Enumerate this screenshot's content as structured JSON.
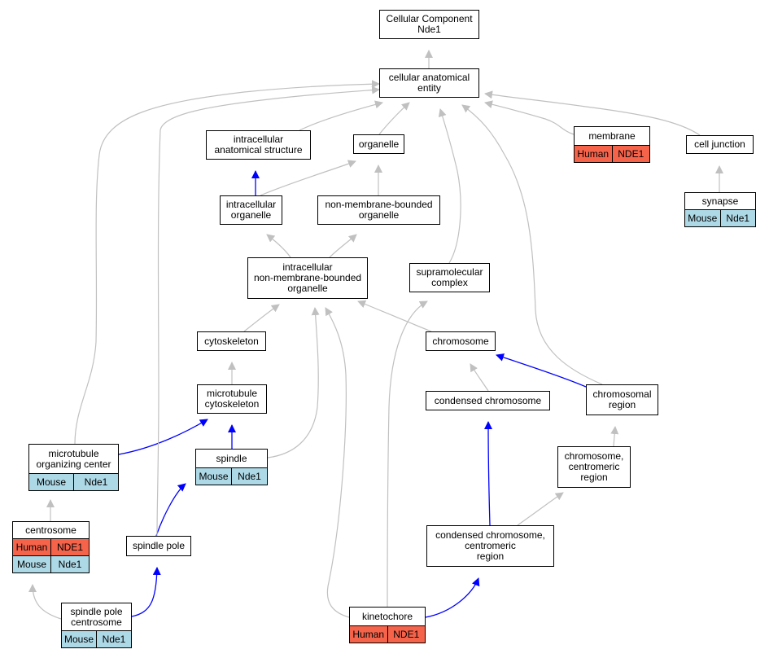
{
  "colors": {
    "human": "#f4634a",
    "mouse": "#add8e6",
    "edge_is_a": "#c0c0c0",
    "edge_part_of": "#0000ff"
  },
  "nodes": [
    {
      "id": "cc",
      "lines": [
        "Cellular Component",
        "Nde1"
      ],
      "rows": []
    },
    {
      "id": "cae",
      "lines": [
        "cellular anatomical",
        "entity"
      ],
      "rows": []
    },
    {
      "id": "ias",
      "lines": [
        "intracellular",
        "anatomical structure"
      ],
      "rows": []
    },
    {
      "id": "org",
      "lines": [
        "organelle"
      ],
      "rows": []
    },
    {
      "id": "mem",
      "lines": [
        "membrane"
      ],
      "rows": [
        {
          "species": "Human",
          "gene": "NDE1"
        }
      ]
    },
    {
      "id": "cj",
      "lines": [
        "cell junction"
      ],
      "rows": []
    },
    {
      "id": "syn",
      "lines": [
        "synapse"
      ],
      "rows": [
        {
          "species": "Mouse",
          "gene": "Nde1"
        }
      ]
    },
    {
      "id": "io",
      "lines": [
        "intracellular",
        "organelle"
      ],
      "rows": []
    },
    {
      "id": "nmbo",
      "lines": [
        "non-membrane-bounded",
        "organelle"
      ],
      "rows": []
    },
    {
      "id": "inmbo",
      "lines": [
        "intracellular",
        "non-membrane-bounded",
        "organelle"
      ],
      "rows": []
    },
    {
      "id": "smc",
      "lines": [
        "supramolecular",
        "complex"
      ],
      "rows": []
    },
    {
      "id": "cyto",
      "lines": [
        "cytoskeleton"
      ],
      "rows": []
    },
    {
      "id": "chr",
      "lines": [
        "chromosome"
      ],
      "rows": []
    },
    {
      "id": "mtc",
      "lines": [
        "microtubule",
        "cytoskeleton"
      ],
      "rows": []
    },
    {
      "id": "cchr",
      "lines": [
        "condensed chromosome"
      ],
      "rows": []
    },
    {
      "id": "chreg",
      "lines": [
        "chromosomal",
        "region"
      ],
      "rows": []
    },
    {
      "id": "mtoc",
      "lines": [
        "microtubule",
        "organizing center"
      ],
      "rows": [
        {
          "species": "Mouse",
          "gene": "Nde1"
        }
      ]
    },
    {
      "id": "spindle",
      "lines": [
        "spindle"
      ],
      "rows": [
        {
          "species": "Mouse",
          "gene": "Nde1"
        }
      ]
    },
    {
      "id": "ccr",
      "lines": [
        "chromosome,",
        "centromeric",
        "region"
      ],
      "rows": []
    },
    {
      "id": "cent",
      "lines": [
        "centrosome"
      ],
      "rows": [
        {
          "species": "Human",
          "gene": "NDE1"
        },
        {
          "species": "Mouse",
          "gene": "Nde1"
        }
      ]
    },
    {
      "id": "spole",
      "lines": [
        "spindle pole"
      ],
      "rows": []
    },
    {
      "id": "cccr",
      "lines": [
        "condensed chromosome,",
        "centromeric",
        "region"
      ],
      "rows": []
    },
    {
      "id": "spc",
      "lines": [
        "spindle pole",
        "centrosome"
      ],
      "rows": [
        {
          "species": "Mouse",
          "gene": "Nde1"
        }
      ]
    },
    {
      "id": "kin",
      "lines": [
        "kinetochore"
      ],
      "rows": [
        {
          "species": "Human",
          "gene": "NDE1"
        }
      ]
    }
  ],
  "edges": [
    {
      "from": "cae",
      "to": "cc",
      "type": "is_a"
    },
    {
      "from": "ias",
      "to": "cae",
      "type": "is_a"
    },
    {
      "from": "org",
      "to": "cae",
      "type": "is_a"
    },
    {
      "from": "mem",
      "to": "cae",
      "type": "is_a"
    },
    {
      "from": "cj",
      "to": "cae",
      "type": "is_a"
    },
    {
      "from": "syn",
      "to": "cj",
      "type": "is_a"
    },
    {
      "from": "io",
      "to": "ias",
      "type": "part_of"
    },
    {
      "from": "io",
      "to": "org",
      "type": "is_a"
    },
    {
      "from": "nmbo",
      "to": "org",
      "type": "is_a"
    },
    {
      "from": "inmbo",
      "to": "io",
      "type": "is_a"
    },
    {
      "from": "inmbo",
      "to": "nmbo",
      "type": "is_a"
    },
    {
      "from": "smc",
      "to": "cae",
      "type": "is_a"
    },
    {
      "from": "cyto",
      "to": "inmbo",
      "type": "is_a"
    },
    {
      "from": "chr",
      "to": "inmbo",
      "type": "is_a"
    },
    {
      "from": "mtc",
      "to": "cyto",
      "type": "is_a"
    },
    {
      "from": "cchr",
      "to": "chr",
      "type": "is_a"
    },
    {
      "from": "chreg",
      "to": "chr",
      "type": "part_of"
    },
    {
      "from": "chreg",
      "to": "cae",
      "type": "is_a"
    },
    {
      "from": "mtoc",
      "to": "mtc",
      "type": "part_of"
    },
    {
      "from": "mtoc",
      "to": "cae",
      "type": "is_a"
    },
    {
      "from": "spindle",
      "to": "mtc",
      "type": "part_of"
    },
    {
      "from": "spindle",
      "to": "inmbo",
      "type": "is_a"
    },
    {
      "from": "ccr",
      "to": "chreg",
      "type": "is_a"
    },
    {
      "from": "cent",
      "to": "mtoc",
      "type": "is_a"
    },
    {
      "from": "spole",
      "to": "spindle",
      "type": "part_of"
    },
    {
      "from": "spole",
      "to": "cae",
      "type": "is_a"
    },
    {
      "from": "cccr",
      "to": "cchr",
      "type": "part_of"
    },
    {
      "from": "cccr",
      "to": "ccr",
      "type": "is_a"
    },
    {
      "from": "spc",
      "to": "cent",
      "type": "is_a"
    },
    {
      "from": "spc",
      "to": "spole",
      "type": "part_of"
    },
    {
      "from": "kin",
      "to": "cccr",
      "type": "part_of"
    },
    {
      "from": "kin",
      "to": "smc",
      "type": "is_a"
    },
    {
      "from": "kin",
      "to": "inmbo",
      "type": "is_a"
    }
  ]
}
